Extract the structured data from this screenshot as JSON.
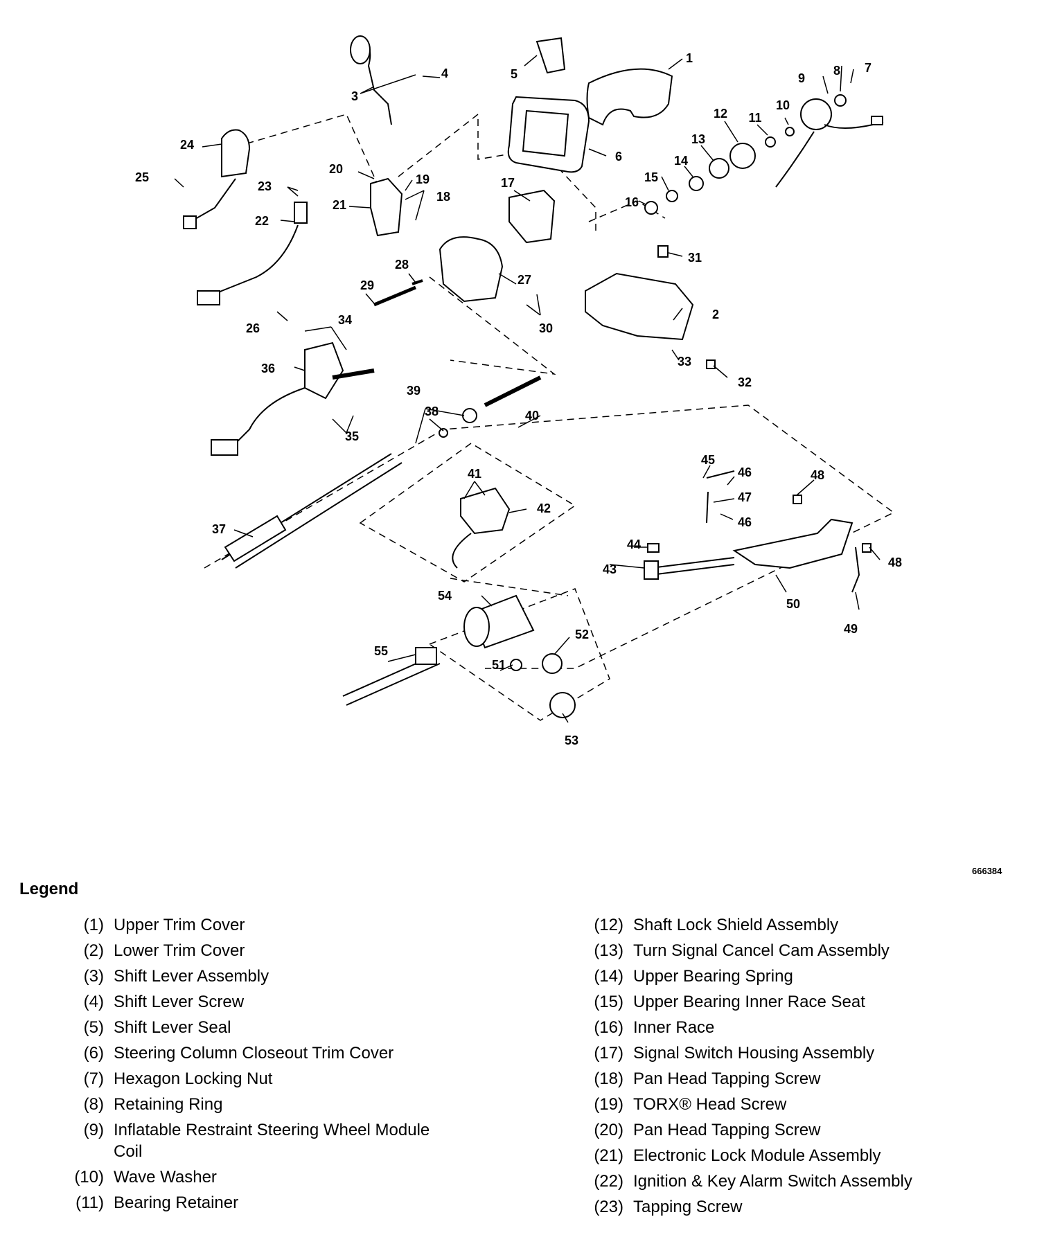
{
  "figure_id": "666384",
  "legend_title": "Legend",
  "callouts": [
    "1",
    "2",
    "3",
    "4",
    "5",
    "6",
    "7",
    "8",
    "9",
    "10",
    "11",
    "12",
    "13",
    "14",
    "15",
    "16",
    "17",
    "18",
    "19",
    "20",
    "21",
    "22",
    "23",
    "24",
    "25",
    "26",
    "27",
    "28",
    "29",
    "30",
    "31",
    "32",
    "33",
    "34",
    "35",
    "36",
    "37",
    "38",
    "39",
    "40",
    "41",
    "42",
    "43",
    "44",
    "45",
    "46",
    "47",
    "48",
    "49",
    "50",
    "51",
    "52",
    "53",
    "54",
    "55"
  ],
  "legend_left": [
    {
      "num": "(1)",
      "text": "Upper Trim Cover"
    },
    {
      "num": "(2)",
      "text": "Lower Trim Cover"
    },
    {
      "num": "(3)",
      "text": "Shift Lever Assembly"
    },
    {
      "num": "(4)",
      "text": "Shift Lever Screw"
    },
    {
      "num": "(5)",
      "text": "Shift Lever Seal"
    },
    {
      "num": "(6)",
      "text": "Steering Column Closeout Trim Cover"
    },
    {
      "num": "(7)",
      "text": "Hexagon Locking Nut"
    },
    {
      "num": "(8)",
      "text": "Retaining Ring"
    },
    {
      "num": "(9)",
      "text": "Inflatable Restraint Steering Wheel Module Coil"
    },
    {
      "num": "(10)",
      "text": "Wave Washer"
    },
    {
      "num": "(11)",
      "text": "Bearing Retainer"
    }
  ],
  "legend_right": [
    {
      "num": "(12)",
      "text": "Shaft Lock Shield Assembly"
    },
    {
      "num": "(13)",
      "text": "Turn Signal Cancel Cam Assembly"
    },
    {
      "num": "(14)",
      "text": "Upper Bearing Spring"
    },
    {
      "num": "(15)",
      "text": "Upper Bearing Inner Race Seat"
    },
    {
      "num": "(16)",
      "text": "Inner Race"
    },
    {
      "num": "(17)",
      "text": "Signal Switch Housing Assembly"
    },
    {
      "num": "(18)",
      "text": "Pan Head Tapping Screw"
    },
    {
      "num": "(19)",
      "text": "TORX® Head Screw"
    },
    {
      "num": "(20)",
      "text": "Pan Head Tapping Screw"
    },
    {
      "num": "(21)",
      "text": "Electronic Lock Module Assembly"
    },
    {
      "num": "(22)",
      "text": "Ignition & Key Alarm Switch Assembly"
    },
    {
      "num": "(23)",
      "text": "Tapping Screw"
    }
  ]
}
